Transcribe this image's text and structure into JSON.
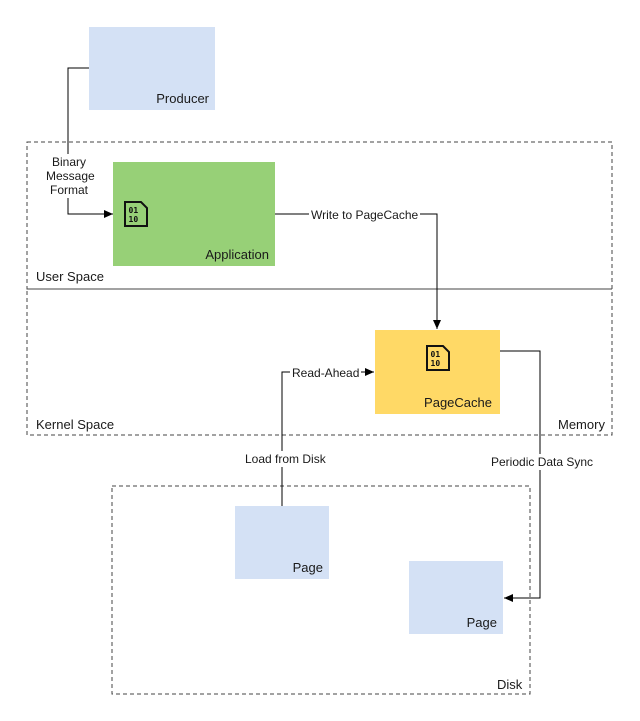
{
  "regions": {
    "user_space": "User Space",
    "kernel_space": "Kernel Space",
    "memory": "Memory",
    "disk": "Disk"
  },
  "nodes": {
    "producer": {
      "label": "Producer",
      "color": "#d4e1f5"
    },
    "application": {
      "label": "Application",
      "color": "#97d077",
      "icon": "binary-file-icon"
    },
    "pagecache": {
      "label": "PageCache",
      "color": "#ffd966",
      "icon": "binary-file-icon"
    },
    "page_left": {
      "label": "Page",
      "color": "#d4e1f5"
    },
    "page_right": {
      "label": "Page",
      "color": "#d4e1f5"
    }
  },
  "edges": {
    "binary_message_format": "Binary\nMessage\nFormat",
    "write_to_pagecache": "Write to PageCache",
    "read_ahead": "Read-Ahead",
    "load_from_disk": "Load from Disk",
    "periodic_data_sync": "Periodic Data Sync"
  }
}
